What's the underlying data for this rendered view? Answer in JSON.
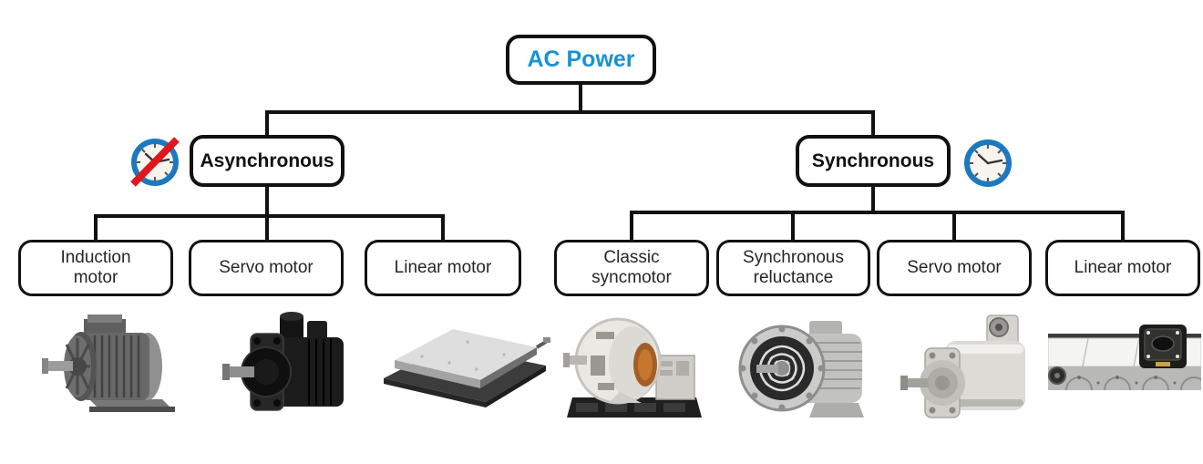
{
  "diagram": {
    "root": {
      "label": "AC Power"
    },
    "branches": [
      {
        "label": "Asynchronous",
        "icon": "no-clock-icon",
        "children": [
          {
            "label": "Induction\nmotor",
            "image": "induction-motor-photo"
          },
          {
            "label": "Servo motor",
            "image": "servo-motor-black-photo"
          },
          {
            "label": "Linear motor",
            "image": "linear-motor-flat-photo"
          }
        ]
      },
      {
        "label": "Synchronous",
        "icon": "clock-icon",
        "children": [
          {
            "label": "Classic\nsyncmotor",
            "image": "classic-syncmotor-photo"
          },
          {
            "label": "Synchronous\nreluctance",
            "image": "synchronous-reluctance-photo"
          },
          {
            "label": "Servo motor",
            "image": "servo-motor-gray-photo"
          },
          {
            "label": "Linear motor",
            "image": "linear-motor-track-photo"
          }
        ]
      }
    ],
    "colors": {
      "root_text": "#1793d2",
      "line": "#111111",
      "icon_blue": "#1c79c0",
      "icon_red": "#e0161d",
      "clock_face": "#f7f3ef"
    }
  }
}
